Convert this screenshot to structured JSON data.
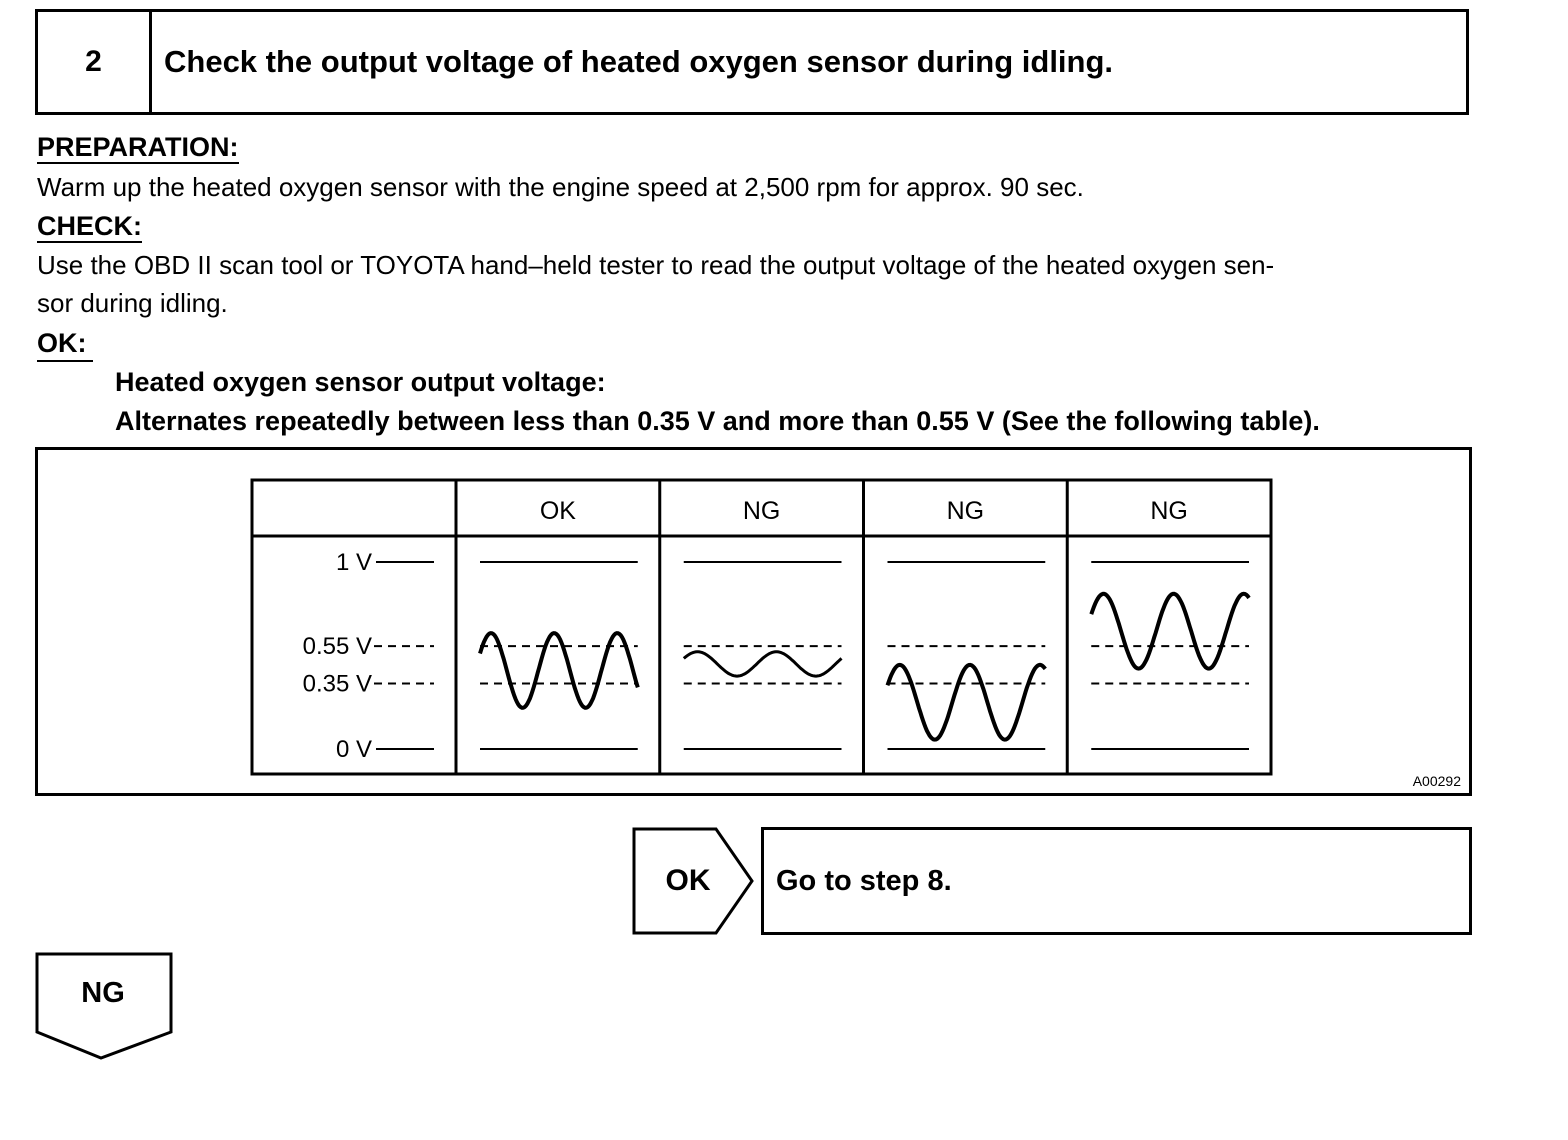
{
  "step": {
    "number": "2",
    "title": "Check the output voltage of heated oxygen sensor during idling."
  },
  "preparation": {
    "heading": "PREPARATION:",
    "text": "Warm up the heated oxygen sensor with the engine speed at 2,500 rpm for approx. 90 sec."
  },
  "check": {
    "heading": "CHECK:",
    "line1": "Use the OBD II scan tool or TOYOTA hand–held tester to read the output voltage of the heated oxygen sen-",
    "line2": "sor during idling."
  },
  "ok_spec": {
    "heading": "OK:",
    "line1": "Heated oxygen sensor output voltage:",
    "line2": "Alternates repeatedly between less than 0.35 V and more than 0.55 V (See the following table)."
  },
  "figure": {
    "code": "A00292",
    "levels": [
      "1 V",
      "0.55 V",
      "0.35 V",
      "0 V"
    ],
    "columns": [
      {
        "label": "OK",
        "wave_low": 0.22,
        "wave_high": 0.62,
        "cycles": 2.5
      },
      {
        "label": "NG",
        "wave_low": 0.39,
        "wave_high": 0.52,
        "cycles": 2.0
      },
      {
        "label": "NG",
        "wave_low": 0.05,
        "wave_high": 0.45,
        "cycles": 2.25
      },
      {
        "label": "NG",
        "wave_low": 0.43,
        "wave_high": 0.83,
        "cycles": 2.25
      }
    ]
  },
  "result_ok": {
    "label": "OK",
    "action": "Go to step 8."
  },
  "result_ng": {
    "label": "NG"
  }
}
